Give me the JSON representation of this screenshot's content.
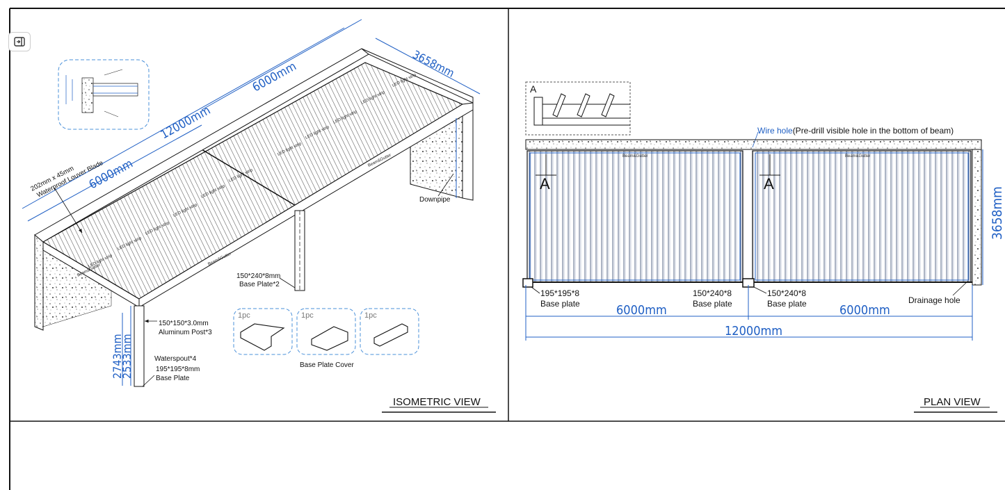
{
  "iso": {
    "dim_12000": "12000mm",
    "dim_6000_top": "6000mm",
    "dim_6000_left": "6000mm",
    "dim_3658": "3658mm",
    "louver_blade_line1": "202mm x 45mm",
    "louver_blade_line2": "Waterproof Louver Blade",
    "downpipe": "Downpipe",
    "base_plate2_line1": "150*240*8mm",
    "base_plate2_line2": "Base Plate*2",
    "post_line1": "150*150*3.0mm",
    "post_line2": "Aluminum Post*3",
    "waterspout": "Waterspout*4",
    "base_plate_line1": "195*195*8mm",
    "base_plate_line2": "Base Plate",
    "dim_2743": "2743mm",
    "dim_2533": "2533mm",
    "base_plate_cover": "Base Plate Cover",
    "cover_qty": [
      "1pc",
      "1pc",
      "1pc"
    ],
    "led_label": "LED light strip",
    "beam_label": "Beam&Gutter",
    "title": "ISOMETRIC VIEW"
  },
  "plan": {
    "detail_label": "A",
    "wire_hole": "Wire hole",
    "wire_hole_note": "(Pre-drill visible hole in the bottom of beam)",
    "section_a_left": "A",
    "section_a_right": "A",
    "dim_3658": "3658mm",
    "bp_left_line1": "195*195*8",
    "bp_left_line2": "Base plate",
    "bp_mid_line1": "150*240*8",
    "bp_mid_line2": "Base plate",
    "bp_right_line1": "150*240*8",
    "bp_right_line2": "Base plate",
    "drainage": "Drainage hole",
    "dim_6000_left": "6000mm",
    "dim_6000_right": "6000mm",
    "dim_12000": "12000mm",
    "beam_label": "Beam&Gutter",
    "title": "PLAN VIEW"
  },
  "colors": {
    "dimension": "#1f5fc4",
    "line": "#111111",
    "cloud": "#4a90d9"
  }
}
